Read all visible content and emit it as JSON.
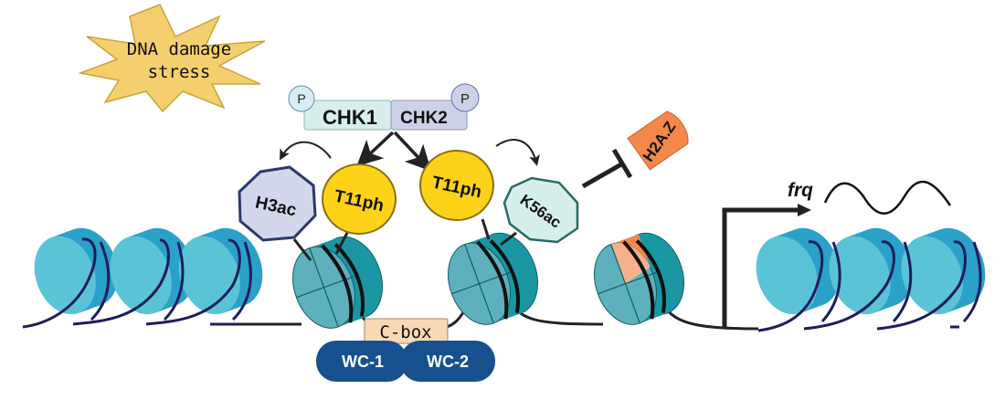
{
  "stress": {
    "label_line1": "DNA damage",
    "label_line2": "stress"
  },
  "kinases": {
    "chk1": {
      "label": "CHK1",
      "phospho": "P"
    },
    "chk2": {
      "label": "CHK2",
      "phospho": "P"
    }
  },
  "marks": {
    "h3ac": "H3ac",
    "t11ph_left": "T11ph",
    "t11ph_right": "T11ph",
    "k56ac": "K56ac",
    "h2az": "H2A.Z"
  },
  "promoter": {
    "cbox": "C-box",
    "wc1": "WC-1",
    "wc2": "WC-2"
  },
  "gene": {
    "name": "frq"
  },
  "colors": {
    "starburst": "#f5cf6e",
    "chk1": "#d6efec",
    "chk2": "#cdd1e8",
    "t11ph": "#ffd21a",
    "h3ac": "#d3d7ec",
    "k56ac": "#d6efec",
    "h2az": "#f4884a",
    "nucleosome_light": "#5ac3d6",
    "nucleosome_dark": "#2aa1c9",
    "active_nucleosome": "#1b97a3",
    "wc": "#17508f",
    "cbox": "#f7d9b5",
    "dna_dark": "#1f1d5c"
  }
}
